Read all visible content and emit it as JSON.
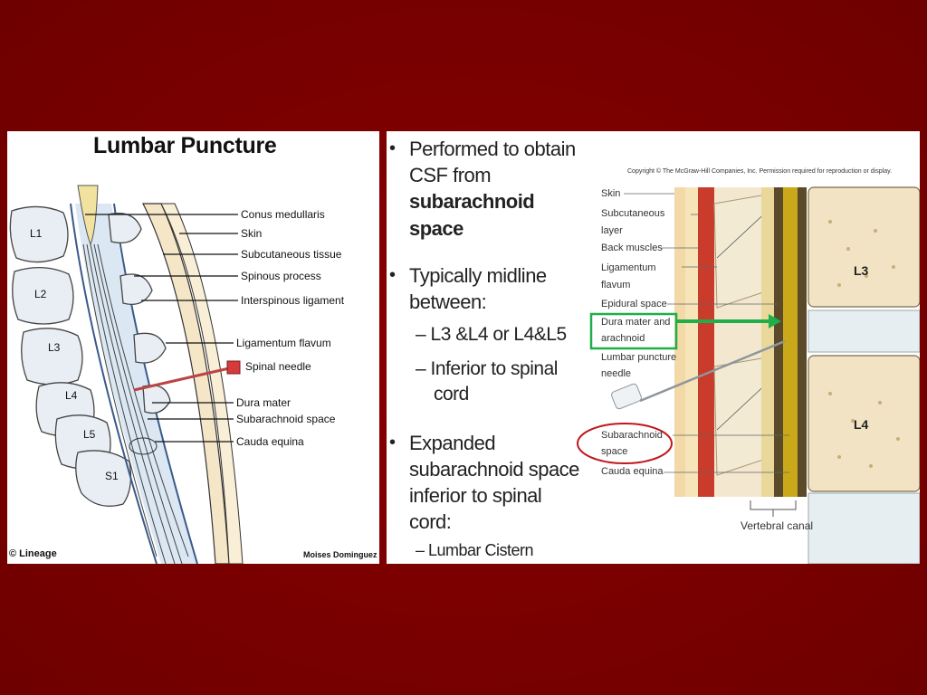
{
  "left_figure": {
    "title": "Lumbar Puncture",
    "vertebrae": [
      "L1",
      "L2",
      "L3",
      "L4",
      "L5",
      "S1"
    ],
    "labels": [
      "Conus medullaris",
      "Skin",
      "Subcutaneous tissue",
      "Spinous process",
      "Interspinous ligament",
      "Ligamentum flavum",
      "Spinal needle",
      "Dura mater",
      "Subarachnoid space",
      "Cauda equina"
    ],
    "credit_left": "© Lineage",
    "credit_right": "Moises Dominguez"
  },
  "bullets": {
    "b1_line1": "Performed to obtain",
    "b1_line2": "CSF from",
    "b1_line3": "subarachnoid",
    "b1_line4": "space",
    "b2_line1": "Typically midline",
    "b2_line2": "between:",
    "b2_sub1": "– L3 &L4 or L4&L5",
    "b2_sub2_line1": "– Inferior to spinal",
    "b2_sub2_line2": "cord",
    "b3_line1": "Expanded",
    "b3_line2": "subarachnoid space",
    "b3_line3": "inferior to spinal",
    "b3_line4": "cord:",
    "b3_sub1": "– Lumbar Cistern"
  },
  "right_figure": {
    "copyright": "Copyright © The McGraw-Hill Companies, Inc. Permission required for reproduction or display.",
    "labels": {
      "skin": "Skin",
      "subcut_1": "Subcutaneous",
      "subcut_2": "layer",
      "back_muscles": "Back muscles",
      "lig_1": "Ligamentum",
      "lig_2": "flavum",
      "epidural": "Epidural space",
      "dura_1": "Dura mater and",
      "dura_2": "arachnoid",
      "needle_1": "Lumbar puncture",
      "needle_2": "needle",
      "subarach_1": "Subarachnoid",
      "subarach_2": "space",
      "cauda": "Cauda equina",
      "vertebral_canal": "Vertebral canal",
      "l3": "L3",
      "l4": "L4"
    }
  },
  "colors": {
    "background": "#7a0000",
    "highlight_green": "#1fae4a",
    "highlight_red": "#c0171d",
    "needle_red": "#d63a3a"
  }
}
